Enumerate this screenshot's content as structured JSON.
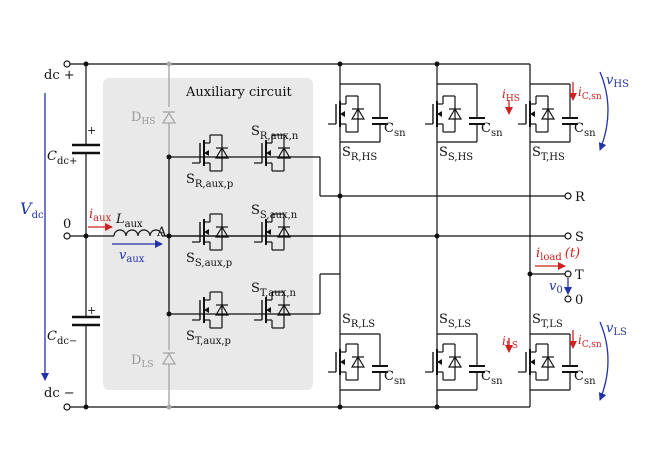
{
  "diagram": {
    "aux_title": "Auxiliary circuit",
    "rails": {
      "dc_plus": "dc +",
      "dc_minus": "dc −",
      "zero": "0"
    },
    "vdc": {
      "main": "V",
      "sub": "dc"
    },
    "caps": {
      "top": {
        "main": "C",
        "sub": "dc+"
      },
      "bottom": {
        "main": "C",
        "sub": "dc−"
      }
    },
    "inductor": {
      "main": "L",
      "sub": "aux"
    },
    "i_aux": {
      "main": "i",
      "sub": "aux"
    },
    "v_aux": {
      "main": "v",
      "sub": "aux"
    },
    "node_a": "A",
    "diodes": {
      "top": {
        "main": "D",
        "sub": "HS"
      },
      "bottom": {
        "main": "D",
        "sub": "LS"
      }
    },
    "aux_switches": [
      {
        "n": {
          "main": "S",
          "sub": "R,aux,n"
        },
        "p": {
          "main": "S",
          "sub": "R,aux,p"
        }
      },
      {
        "n": {
          "main": "S",
          "sub": "S,aux,n"
        },
        "p": {
          "main": "S",
          "sub": "S,aux,p"
        }
      },
      {
        "n": {
          "main": "S",
          "sub": "T,aux,n"
        },
        "p": {
          "main": "S",
          "sub": "T,aux,p"
        }
      }
    ],
    "phases": [
      {
        "hs": {
          "main": "S",
          "sub": "R,HS"
        },
        "ls": {
          "main": "S",
          "sub": "R,LS"
        }
      },
      {
        "hs": {
          "main": "S",
          "sub": "S,HS"
        },
        "ls": {
          "main": "S",
          "sub": "S,LS"
        }
      },
      {
        "hs": {
          "main": "S",
          "sub": "T,HS"
        },
        "ls": {
          "main": "S",
          "sub": "T,LS"
        }
      }
    ],
    "csn": {
      "main": "C",
      "sub": "sn"
    },
    "csn_current": {
      "main": "i",
      "sub": "C,sn"
    },
    "outputs": {
      "r": "R",
      "s": "S",
      "t": "T",
      "zero": "0"
    },
    "i_hs": {
      "main": "i",
      "sub": "HS"
    },
    "i_ls": {
      "main": "i",
      "sub": "LS"
    },
    "v_hs": {
      "main": "v",
      "sub": "HS"
    },
    "v_ls": {
      "main": "v",
      "sub": "LS"
    },
    "i_load": {
      "main": "i",
      "sub": "load",
      "arg": "(t)"
    },
    "v0": {
      "main": "v",
      "sub": "0"
    },
    "colors": {
      "wire": "#111111",
      "blue": "#2233aa",
      "red": "#cc2222",
      "aux_bg": "#e9e9e9",
      "gray": "#a8a8a8"
    }
  }
}
